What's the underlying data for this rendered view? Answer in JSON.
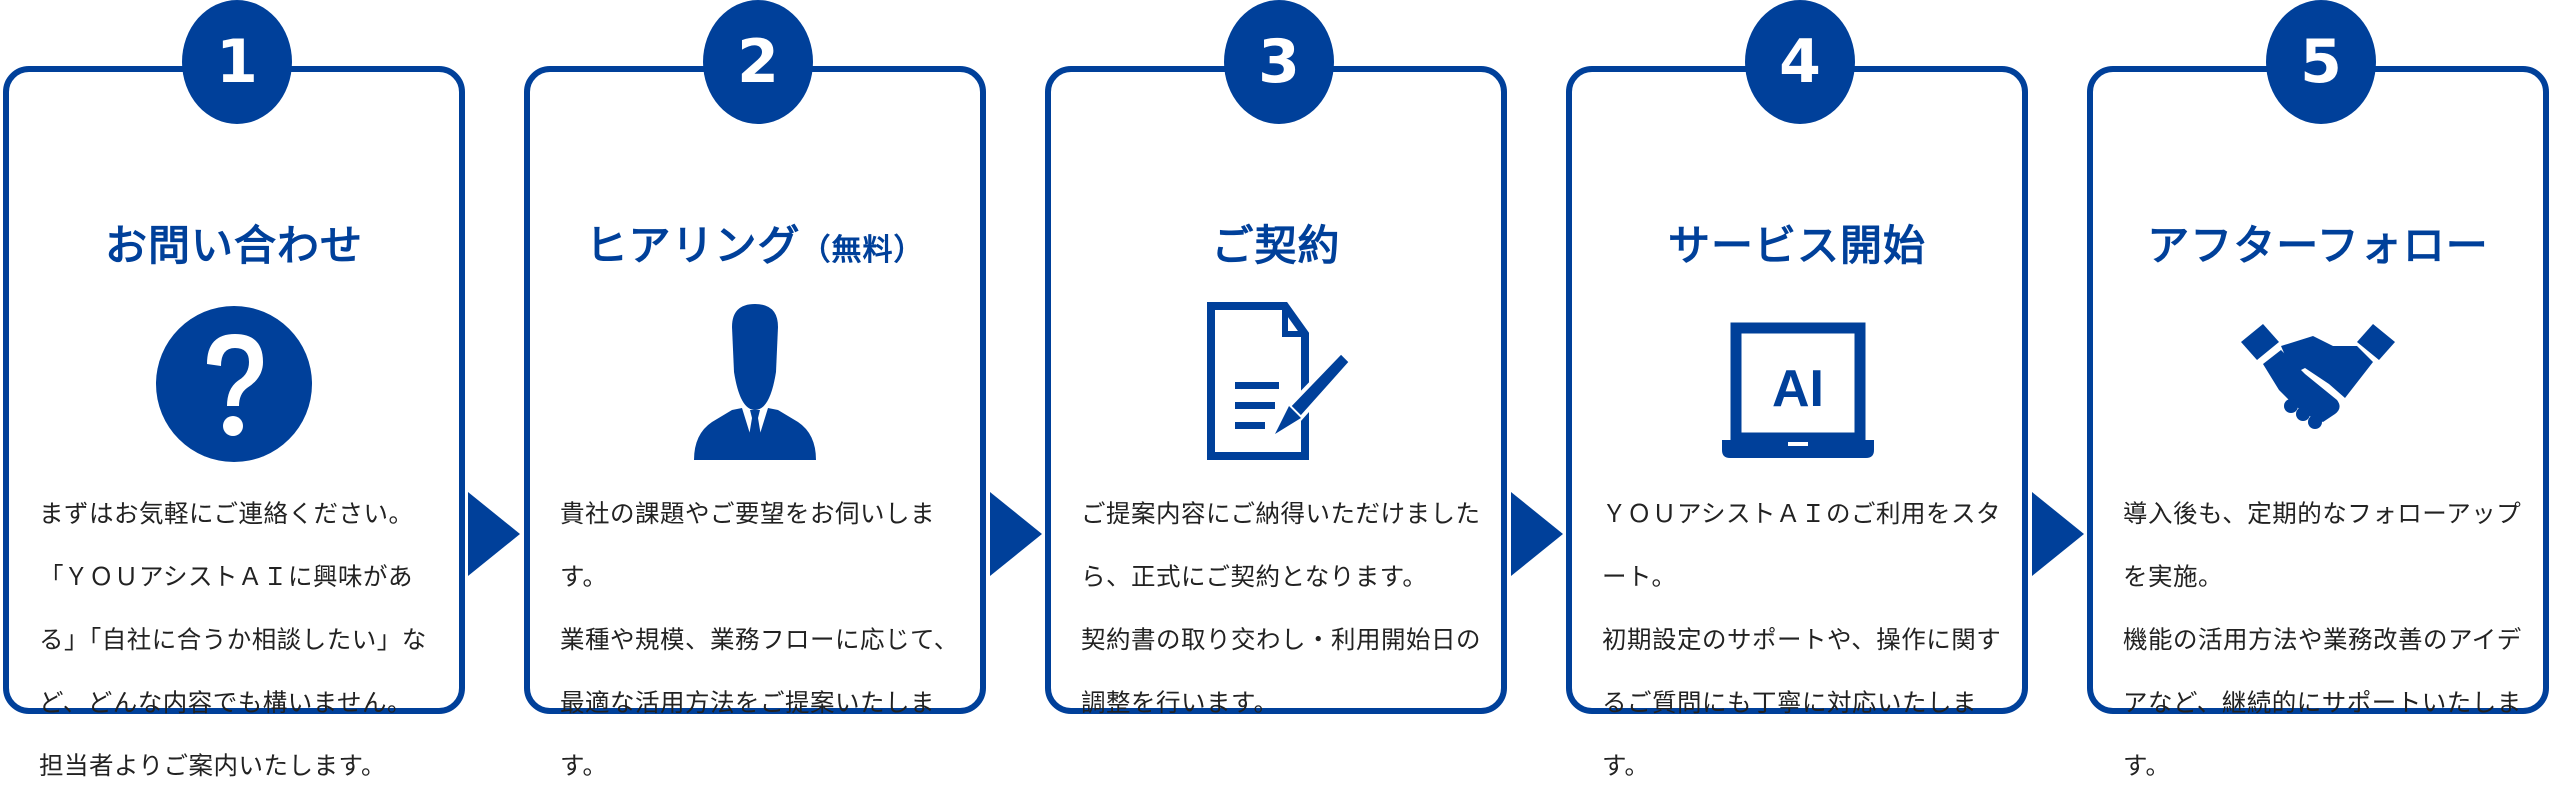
{
  "accent_color": "#00409a",
  "steps": [
    {
      "number": "1",
      "title": "お問い合わせ",
      "icon": "question-icon",
      "description": "まずはお気軽にご連絡ください。\n「ＹＯＵアシストＡＩに興味がある」「自社に合うか相談したい」など、どんな内容でも構いません。\n担当者よりご案内いたします。"
    },
    {
      "number": "2",
      "title": "ヒアリング",
      "title_note": "（無料）",
      "icon": "businessman-icon",
      "description": "貴社の課題やご要望をお伺いします。\n業種や規模、業務フローに応じて、最適な活用方法をご提案いたします。"
    },
    {
      "number": "3",
      "title": "ご契約",
      "icon": "contract-icon",
      "description": "ご提案内容にご納得いただけましたら、正式にご契約となります。\n契約書の取り交わし・利用開始日の調整を行います。"
    },
    {
      "number": "4",
      "title": "サービス開始",
      "icon": "ai-laptop-icon",
      "icon_text": "AI",
      "description": "ＹＯＵアシストＡＩのご利用をスタート。\n初期設定のサポートや、操作に関するご質問にも丁寧に対応いたします。"
    },
    {
      "number": "5",
      "title": "アフターフォロー",
      "icon": "handshake-icon",
      "description": "導入後も、定期的なフォローアップを実施。\n機能の活用方法や業務改善のアイデアなど、継続的にサポートいたします。"
    }
  ]
}
